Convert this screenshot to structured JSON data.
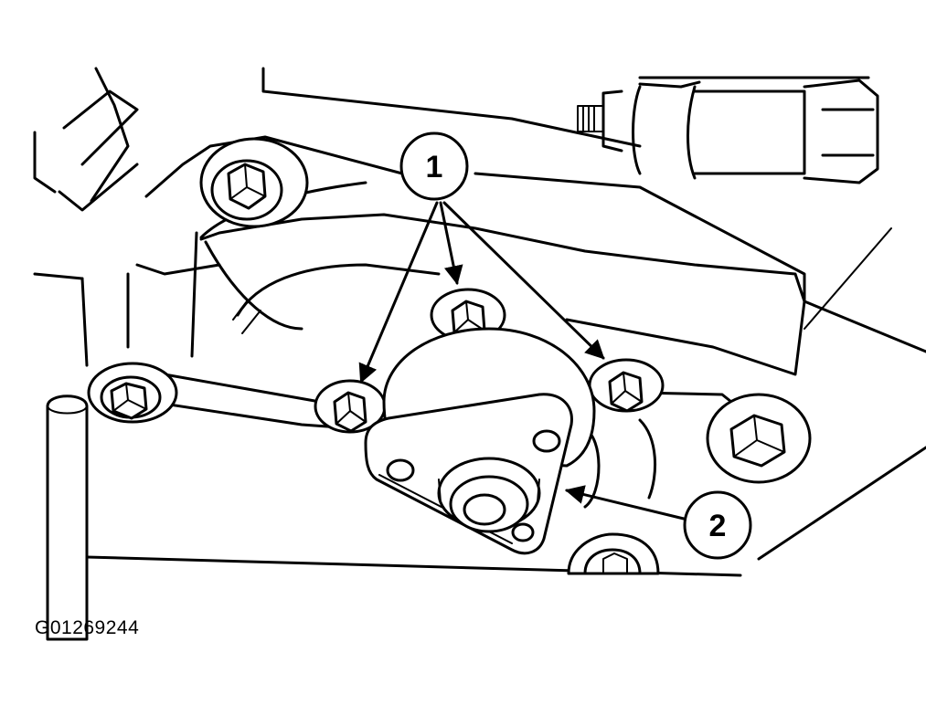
{
  "figure_code": "G01269244",
  "callouts": [
    {
      "id": "1",
      "label": "1",
      "refers_to": "bolts"
    },
    {
      "id": "2",
      "label": "2",
      "refers_to": "mount"
    }
  ]
}
